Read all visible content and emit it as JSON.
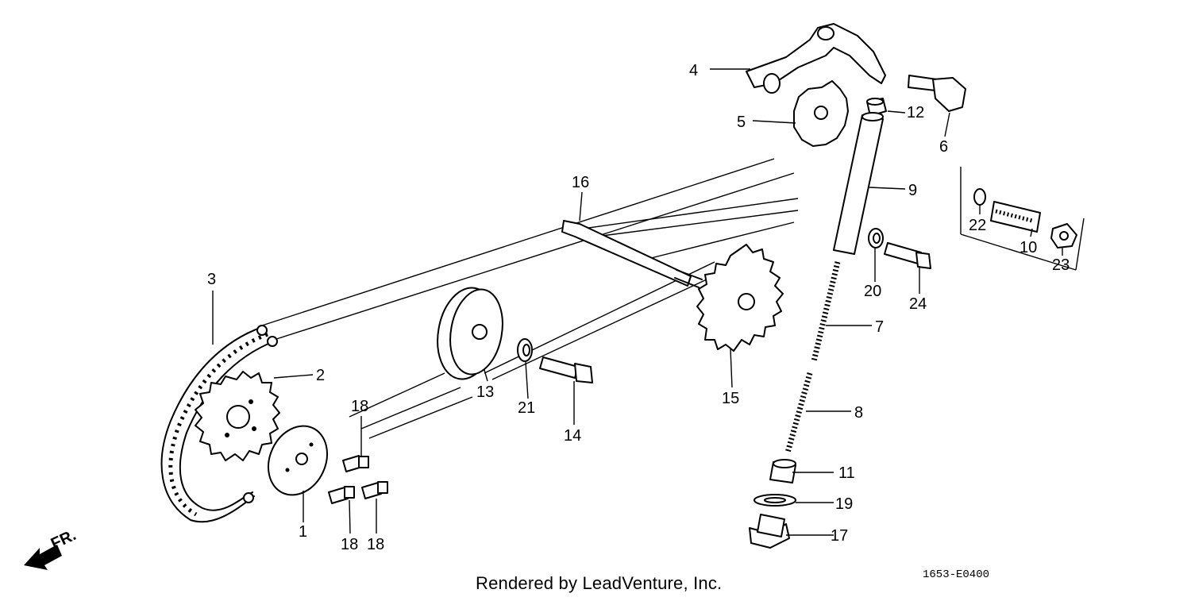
{
  "callouts": [
    "1",
    "2",
    "3",
    "4",
    "5",
    "6",
    "7",
    "8",
    "9",
    "10",
    "11",
    "12",
    "13",
    "14",
    "15",
    "16",
    "17",
    "18",
    "19",
    "20",
    "21",
    "22",
    "23",
    "24"
  ],
  "front_marker": "FR.",
  "credit": "Rendered by LeadVenture, Inc.",
  "diagram_code": "1653-E0400"
}
